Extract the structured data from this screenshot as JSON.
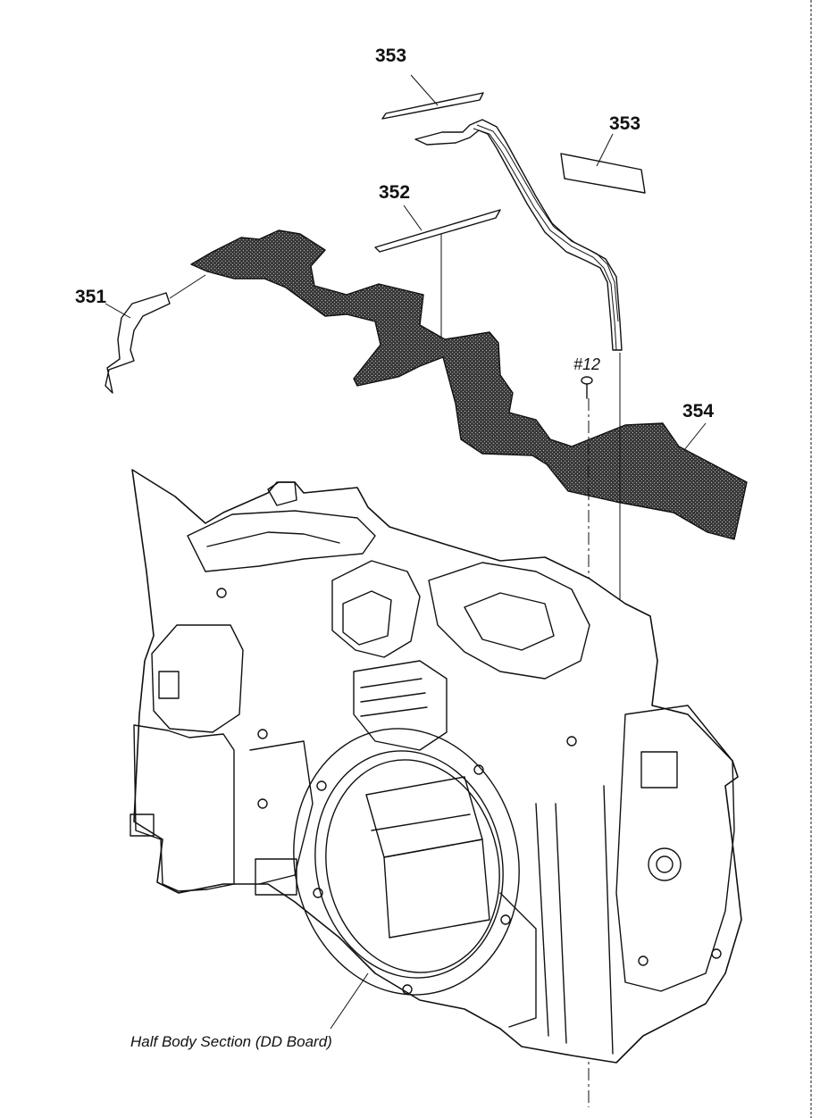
{
  "parts": [
    {
      "id": "p351",
      "label": "351"
    },
    {
      "id": "p352",
      "label": "352"
    },
    {
      "id": "p353a",
      "label": "353"
    },
    {
      "id": "p353b",
      "label": "353"
    },
    {
      "id": "p354",
      "label": "354"
    }
  ],
  "screw": {
    "label": "#12"
  },
  "caption": "Half Body Section (DD Board)",
  "colors": {
    "ink": "#111111",
    "board_fill": "#555555",
    "background": "#ffffff"
  }
}
